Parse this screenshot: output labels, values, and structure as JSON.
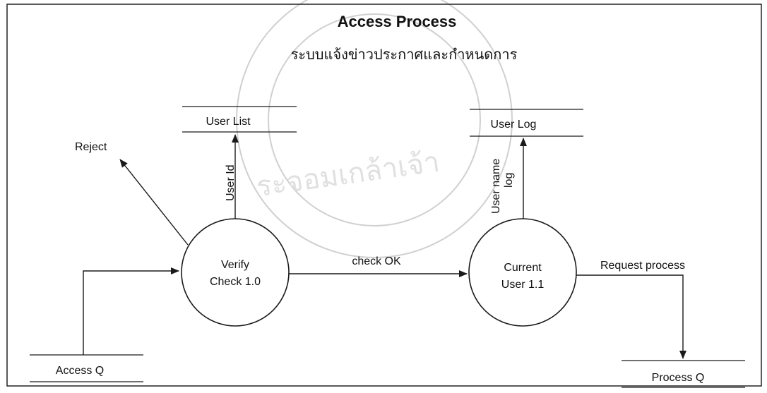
{
  "diagram": {
    "title": "Access Process",
    "subtitle": "ระบบแจ้งข่าวประกาศและกำหนดการ",
    "processes": [
      {
        "line1": "Verify",
        "line2": "Check 1.0"
      },
      {
        "line1": "Current",
        "line2": "User 1.1"
      }
    ],
    "stores": {
      "user_list": "User List",
      "user_log": "User Log",
      "access_q": "Access Q",
      "process_q": "Process Q"
    },
    "flows": {
      "reject": "Reject",
      "user_id": "User Id",
      "check_ok": "check OK",
      "user_name": "User name",
      "log": "log",
      "request_process": "Request process"
    },
    "watermark": {
      "text": "ระจอมเกล้าเจ้า",
      "color": "#d0d0d0"
    }
  }
}
